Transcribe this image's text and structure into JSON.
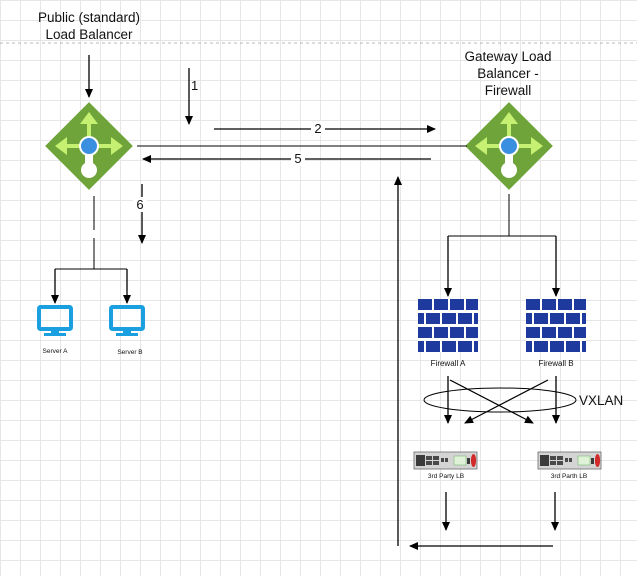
{
  "labels": {
    "public_lb_line1": "Public (standard)",
    "public_lb_line2": "Load Balancer",
    "gateway_lb_line1": "Gateway Load",
    "gateway_lb_line2": "Balancer -",
    "gateway_lb_line3": "Firewall",
    "server_a": "Server A",
    "server_b": "Server B",
    "firewall_a": "Firewall A",
    "firewall_b": "Firewall B",
    "vxlan": "VXLAN",
    "lb_a": "3rd Party LB",
    "lb_b": "3rd Parth LB"
  },
  "steps": {
    "s1": "1",
    "s2": "2",
    "s5": "5",
    "s6": "6"
  },
  "colors": {
    "lb_green": "#6fa43a",
    "lb_arrow": "#c6f071",
    "lb_dot": "#3b8fe0",
    "firewall_blue": "#1e3a9f",
    "server_cyan": "#1aa0e0",
    "appliance_grey": "#d4d4d4",
    "appliance_red": "#d22a2a",
    "line": "#000000"
  },
  "icons": {
    "load_balancer": "load-balancer-icon",
    "server": "monitor-icon",
    "firewall": "brick-firewall-icon",
    "appliance": "rack-appliance-icon"
  }
}
